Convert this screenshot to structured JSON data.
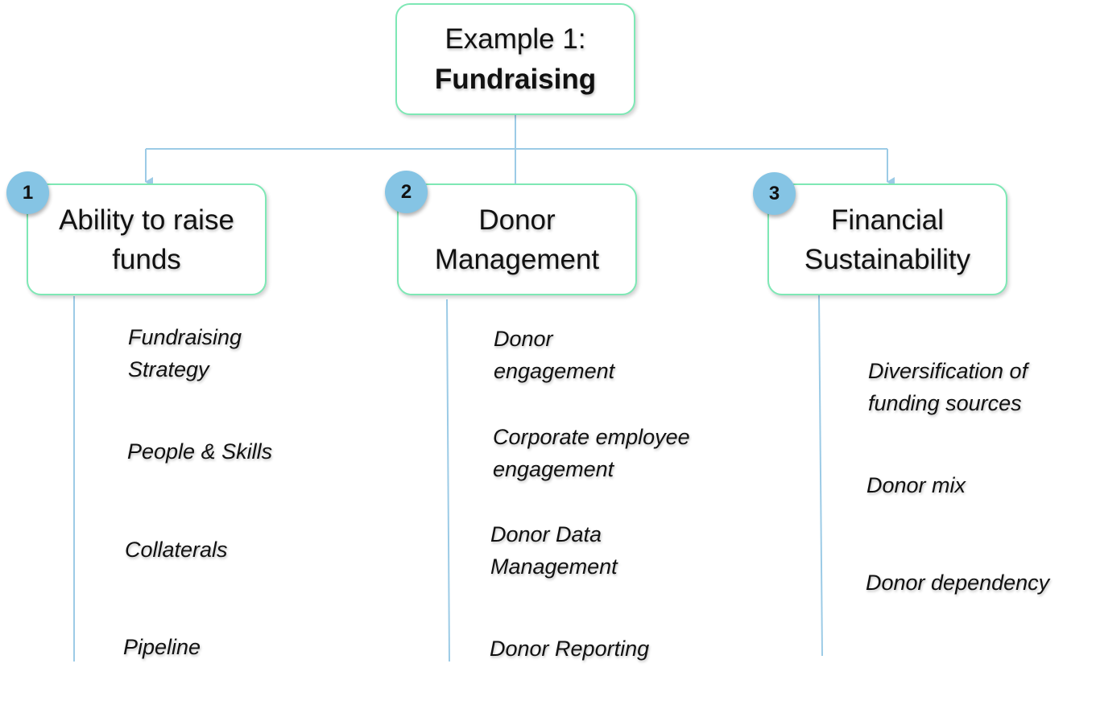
{
  "root": {
    "line1": "Example 1:",
    "line2": "Fundraising"
  },
  "categories": [
    {
      "number": "1",
      "title_line1": "Ability to raise",
      "title_line2": "funds",
      "items": [
        {
          "line1": "Fundraising",
          "line2": "Strategy"
        },
        {
          "line1": "People & Skills"
        },
        {
          "line1": "Collaterals"
        },
        {
          "line1": "Pipeline"
        }
      ]
    },
    {
      "number": "2",
      "title_line1": "Donor",
      "title_line2": "Management",
      "items": [
        {
          "line1": "Donor",
          "line2": "engagement"
        },
        {
          "line1": "Corporate employee",
          "line2": "engagement"
        },
        {
          "line1": "Donor Data",
          "line2": "Management"
        },
        {
          "line1": "Donor Reporting"
        }
      ]
    },
    {
      "number": "3",
      "title_line1": "Financial",
      "title_line2": "Sustainability",
      "items": [
        {
          "line1": "Diversification of",
          "line2": "funding sources"
        },
        {
          "line1": "Donor mix"
        },
        {
          "line1": "Donor dependency"
        }
      ]
    }
  ],
  "colors": {
    "connector": "#9ccbe6",
    "box_border": "#7ee8b5",
    "badge_fill": "#85c4e4"
  }
}
